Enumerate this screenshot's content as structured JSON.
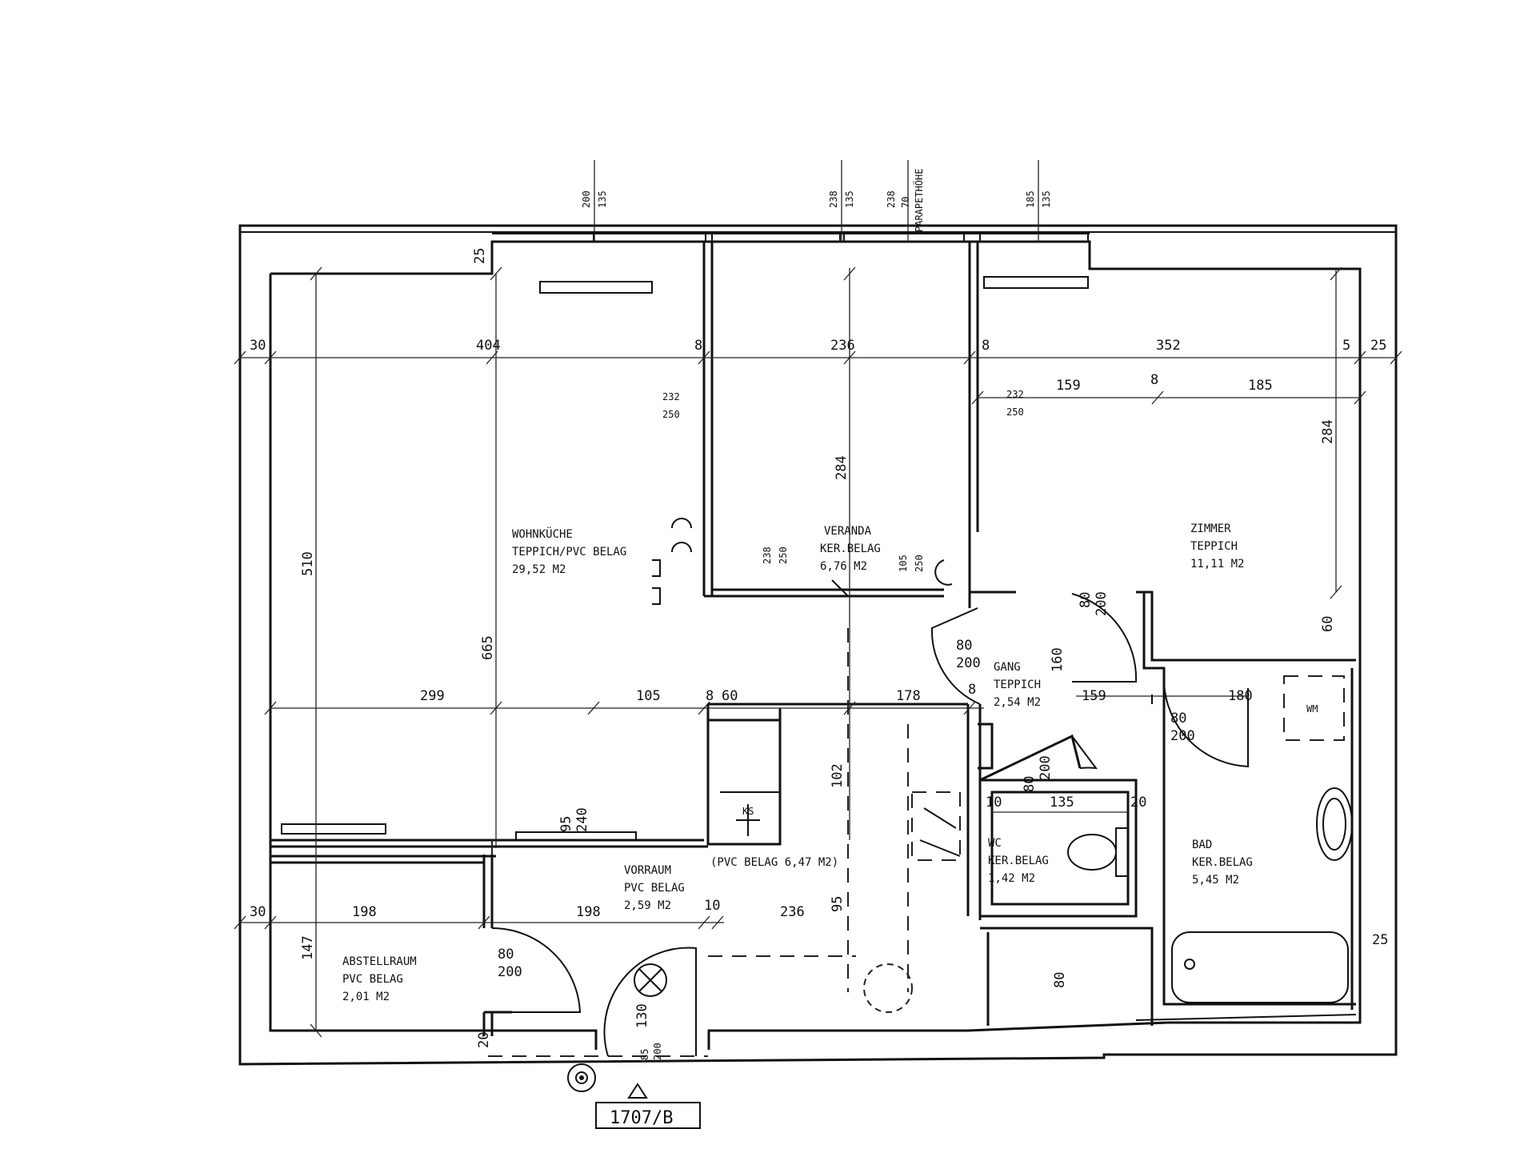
{
  "rooms": {
    "wohnkueche": {
      "name": "WOHNKÜCHE",
      "floor": "TEPPICH/PVC BELAG",
      "area": "29,52 M2"
    },
    "veranda": {
      "name": "VERANDA",
      "floor": "KER.BELAG",
      "area": "6,76 M2"
    },
    "zimmer": {
      "name": "ZIMMER",
      "floor": "TEPPICH",
      "area": "11,11 M2"
    },
    "gang": {
      "name": "GANG",
      "floor": "TEPPICH",
      "area": "2,54 M2"
    },
    "vorraum": {
      "name": "VORRAUM",
      "floor": "PVC BELAG",
      "area": "2,59 M2"
    },
    "vorraum_note": "(PVC BELAG 6,47 M2)",
    "abstellraum": {
      "name": "ABSTELLRAUM",
      "floor": "PVC BELAG",
      "area": "2,01 M2"
    },
    "wc": {
      "name": "WC",
      "floor": "KER.BELAG",
      "area": "1,42 M2"
    },
    "bad": {
      "name": "BAD",
      "floor": "KER.BELAG",
      "area": "5,45 M2"
    }
  },
  "dimensions": {
    "top_30": "30",
    "top_404": "404",
    "top_8a": "8",
    "top_236": "236",
    "top_8b": "8",
    "top_352": "352",
    "top_5": "5",
    "top_25": "25",
    "zimmer_159": "159",
    "zimmer_8": "8",
    "zimmer_185": "185",
    "zimmer_284": "284",
    "veranda_284": "284",
    "left_510": "510",
    "left_665": "665",
    "mid_299": "299",
    "mid_105": "105",
    "mid_8": "8",
    "mid_60": "60",
    "mid_178": "178",
    "gang_8": "8",
    "gang_159": "159",
    "bad_180": "180",
    "bad_60": "60",
    "bot_30": "30",
    "bot_198a": "198",
    "bot_198b": "198",
    "bot_10": "10",
    "bot_236": "236",
    "left_147": "147",
    "right_25": "25",
    "wall_25": "25",
    "v_102": "102",
    "v_95": "95",
    "k_95": "95",
    "k_240": "240",
    "wc_10": "10",
    "wc_135": "135",
    "wc_20": "20",
    "wc_80": "80",
    "wc_200": "200",
    "bad_80": "80",
    "bad_200": "200",
    "gang_160": "160",
    "abst_80": "80",
    "abst_200": "200",
    "entry_130": "130",
    "entry_85": "85",
    "entry_200": "200",
    "low_80": "80",
    "d_80": "80",
    "d_200": "200",
    "g_80": "80",
    "g_200": "200",
    "k_232": "232",
    "k_250": "250",
    "z_232": "232",
    "z_250": "250",
    "v_238": "238",
    "v_250": "250",
    "v_105": "105",
    "v_250b": "250",
    "abst_20": "20",
    "ks": "KS",
    "wm": "WM"
  },
  "top_labels": {
    "w1a": "200",
    "w1b": "135",
    "w2a": "238",
    "w2b": "135",
    "w3a": "238",
    "w3b": "70",
    "w3c": "PARAPETHÖHE",
    "w4a": "185",
    "w4b": "135"
  },
  "unit_label": "1707/B"
}
